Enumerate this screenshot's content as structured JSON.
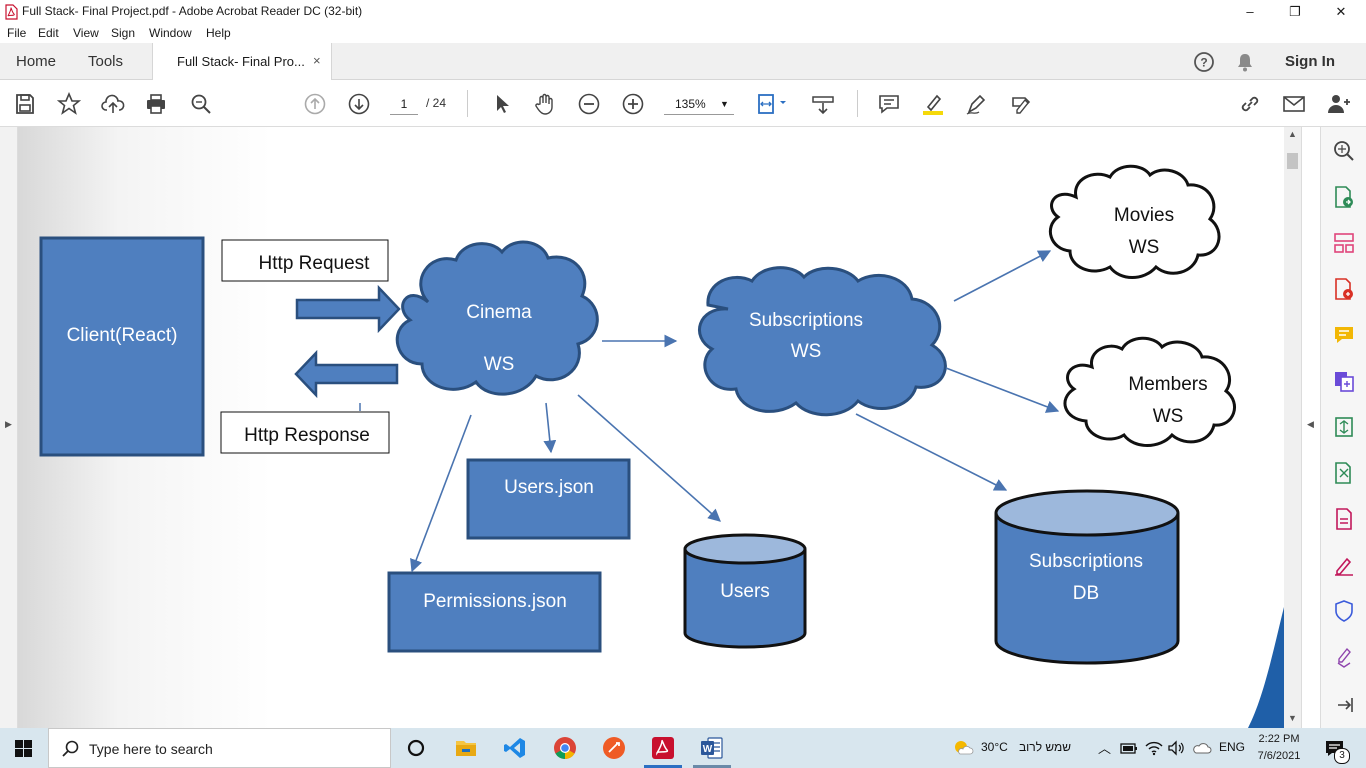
{
  "window": {
    "title": "Full Stack- Final Project.pdf - Adobe Acrobat Reader DC (32-bit)",
    "minimize": "–",
    "maximize": "❐",
    "close": "✕"
  },
  "menu": [
    "File",
    "Edit",
    "View",
    "Sign",
    "Window",
    "Help"
  ],
  "tabs": {
    "home": "Home",
    "tools": "Tools",
    "document": "Full Stack- Final Pro...",
    "document_close": "×"
  },
  "header": {
    "help_icon": "help-icon",
    "bell_icon": "bell-icon",
    "sign_in": "Sign In"
  },
  "toolbar": {
    "page_current": "1",
    "page_total": "/ 24",
    "zoom": "135%",
    "icons": [
      "save-icon",
      "star-icon",
      "upload-icon",
      "print-icon",
      "search-icon",
      "prev-page-icon",
      "next-page-icon",
      "select-icon",
      "hand-icon",
      "zoom-out-icon",
      "zoom-in-icon",
      "fit-page-icon",
      "scroll-mode-icon",
      "comment-icon",
      "highlight-icon",
      "draw-icon",
      "fill-sign-icon",
      "link-icon",
      "email-icon",
      "add-user-icon"
    ]
  },
  "diagram": {
    "client": "Client(React)",
    "http_request": "Http Request",
    "http_response": "Http Response",
    "cinema_line1": "Cinema",
    "cinema_line2": "WS",
    "subscriptions_line1": "Subscriptions",
    "subscriptions_line2": "WS",
    "movies_line1": "Movies",
    "movies_line2": "WS",
    "members_line1": "Members",
    "members_line2": "WS",
    "users_json": "Users.json",
    "permissions_json": "Permissions.json",
    "users_db": "Users",
    "subscriptions_db_line1": "Subscriptions",
    "subscriptions_db_line2": "DB",
    "colors": {
      "fill": "#4f7fbf",
      "stroke": "#2a4f7e",
      "line": "#4a74b0"
    }
  },
  "tools_panel": [
    "zoom-panel-icon",
    "export-pdf-icon",
    "organize-icon",
    "create-pdf-icon",
    "comment-tool-icon",
    "combine-icon",
    "compress-icon",
    "edit-icon",
    "protect-pdf-icon",
    "fill-sign-tool-icon",
    "shield-icon",
    "more-tools-icon",
    "collapse-panel-icon"
  ],
  "taskbar": {
    "search_placeholder": "Type here to search",
    "weather_temp": "30°C",
    "weather_text": "שמש לרוב",
    "language": "ENG",
    "time": "2:22 PM",
    "date": "7/6/2021",
    "notifications": "3"
  }
}
